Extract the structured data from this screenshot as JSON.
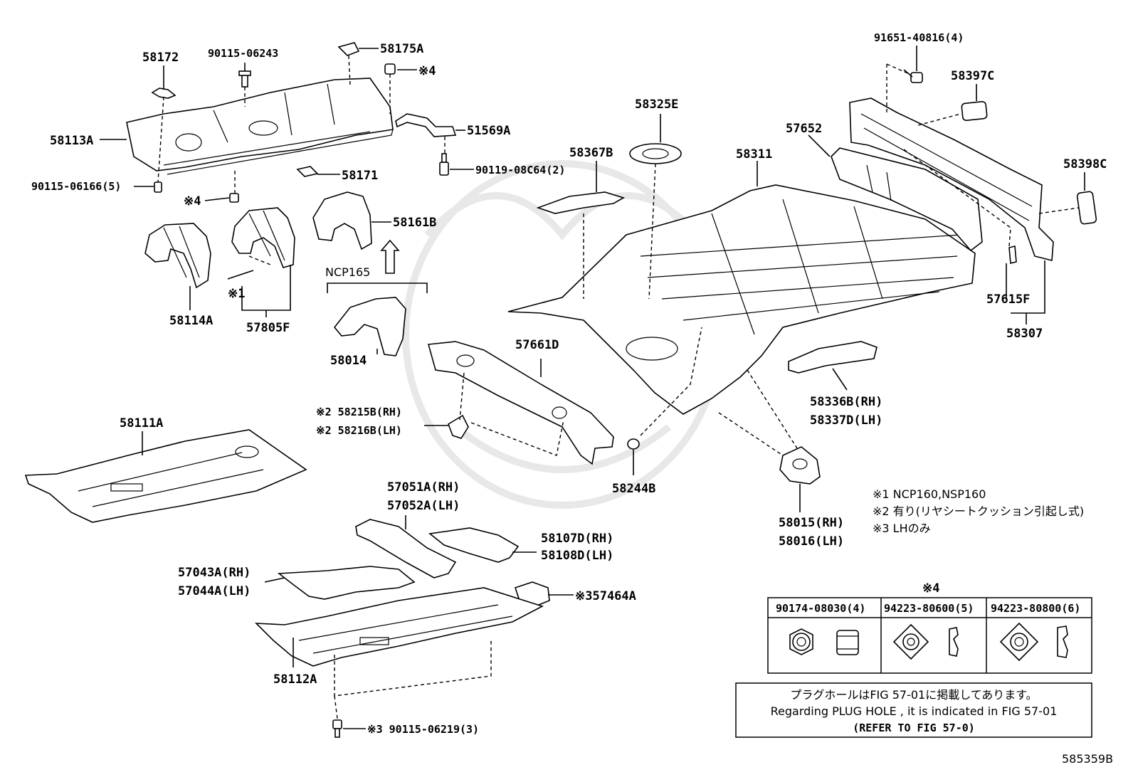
{
  "labels": {
    "p58172": "58172",
    "p90115_06243": "90115-06243",
    "p58175A": "58175A",
    "s4_top": "※4",
    "p58113A": "58113A",
    "p51569A": "51569A",
    "p90115_06166": "90115-06166(5)",
    "p90119_08C64": "90119-08C64(2)",
    "p58171": "58171",
    "s4_mid": "※4",
    "p58161B": "58161B",
    "s1": "※1",
    "p58114A": "58114A",
    "p57805F": "57805F",
    "ncp165": "NCP165",
    "p58014": "58014",
    "p91651_40816": "91651-40816(4)",
    "p58397C": "58397C",
    "p58325E": "58325E",
    "p57652": "57652",
    "p58367B": "58367B",
    "p58311": "58311",
    "p58398C": "58398C",
    "p57615F": "57615F",
    "p58307": "58307",
    "p57661D": "57661D",
    "p58215B": "※2 58215B(RH)",
    "p58216B": "※2 58216B(LH)",
    "p58336B": "58336B(RH)",
    "p58337D": "58337D(LH)",
    "p58111A": "58111A",
    "p58244B": "58244B",
    "p58015": "58015(RH)",
    "p58016": "58016(LH)",
    "p57051A": "57051A(RH)",
    "p57052A": "57052A(LH)",
    "p58107D": "58107D(RH)",
    "p58108D": "58108D(LH)",
    "p57043A": "57043A(RH)",
    "p57044A": "57044A(LH)",
    "p57464A": "※357464A",
    "p58112A": "58112A",
    "p90115_06219": "※3 90115-06219(3)"
  },
  "notes": {
    "n1": "※1  NCP160,NSP160",
    "n2": "※2  有り(リヤシートクッション引起し式)",
    "n3": "※3  LHのみ"
  },
  "fastener_table": {
    "title": "※4",
    "columns": [
      "90174-08030(4)",
      "94223-80600(5)",
      "94223-80800(6)"
    ],
    "icons": [
      "flange-nut-icon",
      "square-weld-nut-icon",
      "square-weld-nut-icon"
    ]
  },
  "plug_note": {
    "line1": "プラグホールはFIG 57-01に掲載してあります。",
    "line2": "Regarding  PLUG  HOLE , it is indicated in FIG  57-01",
    "line3": "(REFER TO FIG 57-0)"
  },
  "diagram_code": "585359B"
}
